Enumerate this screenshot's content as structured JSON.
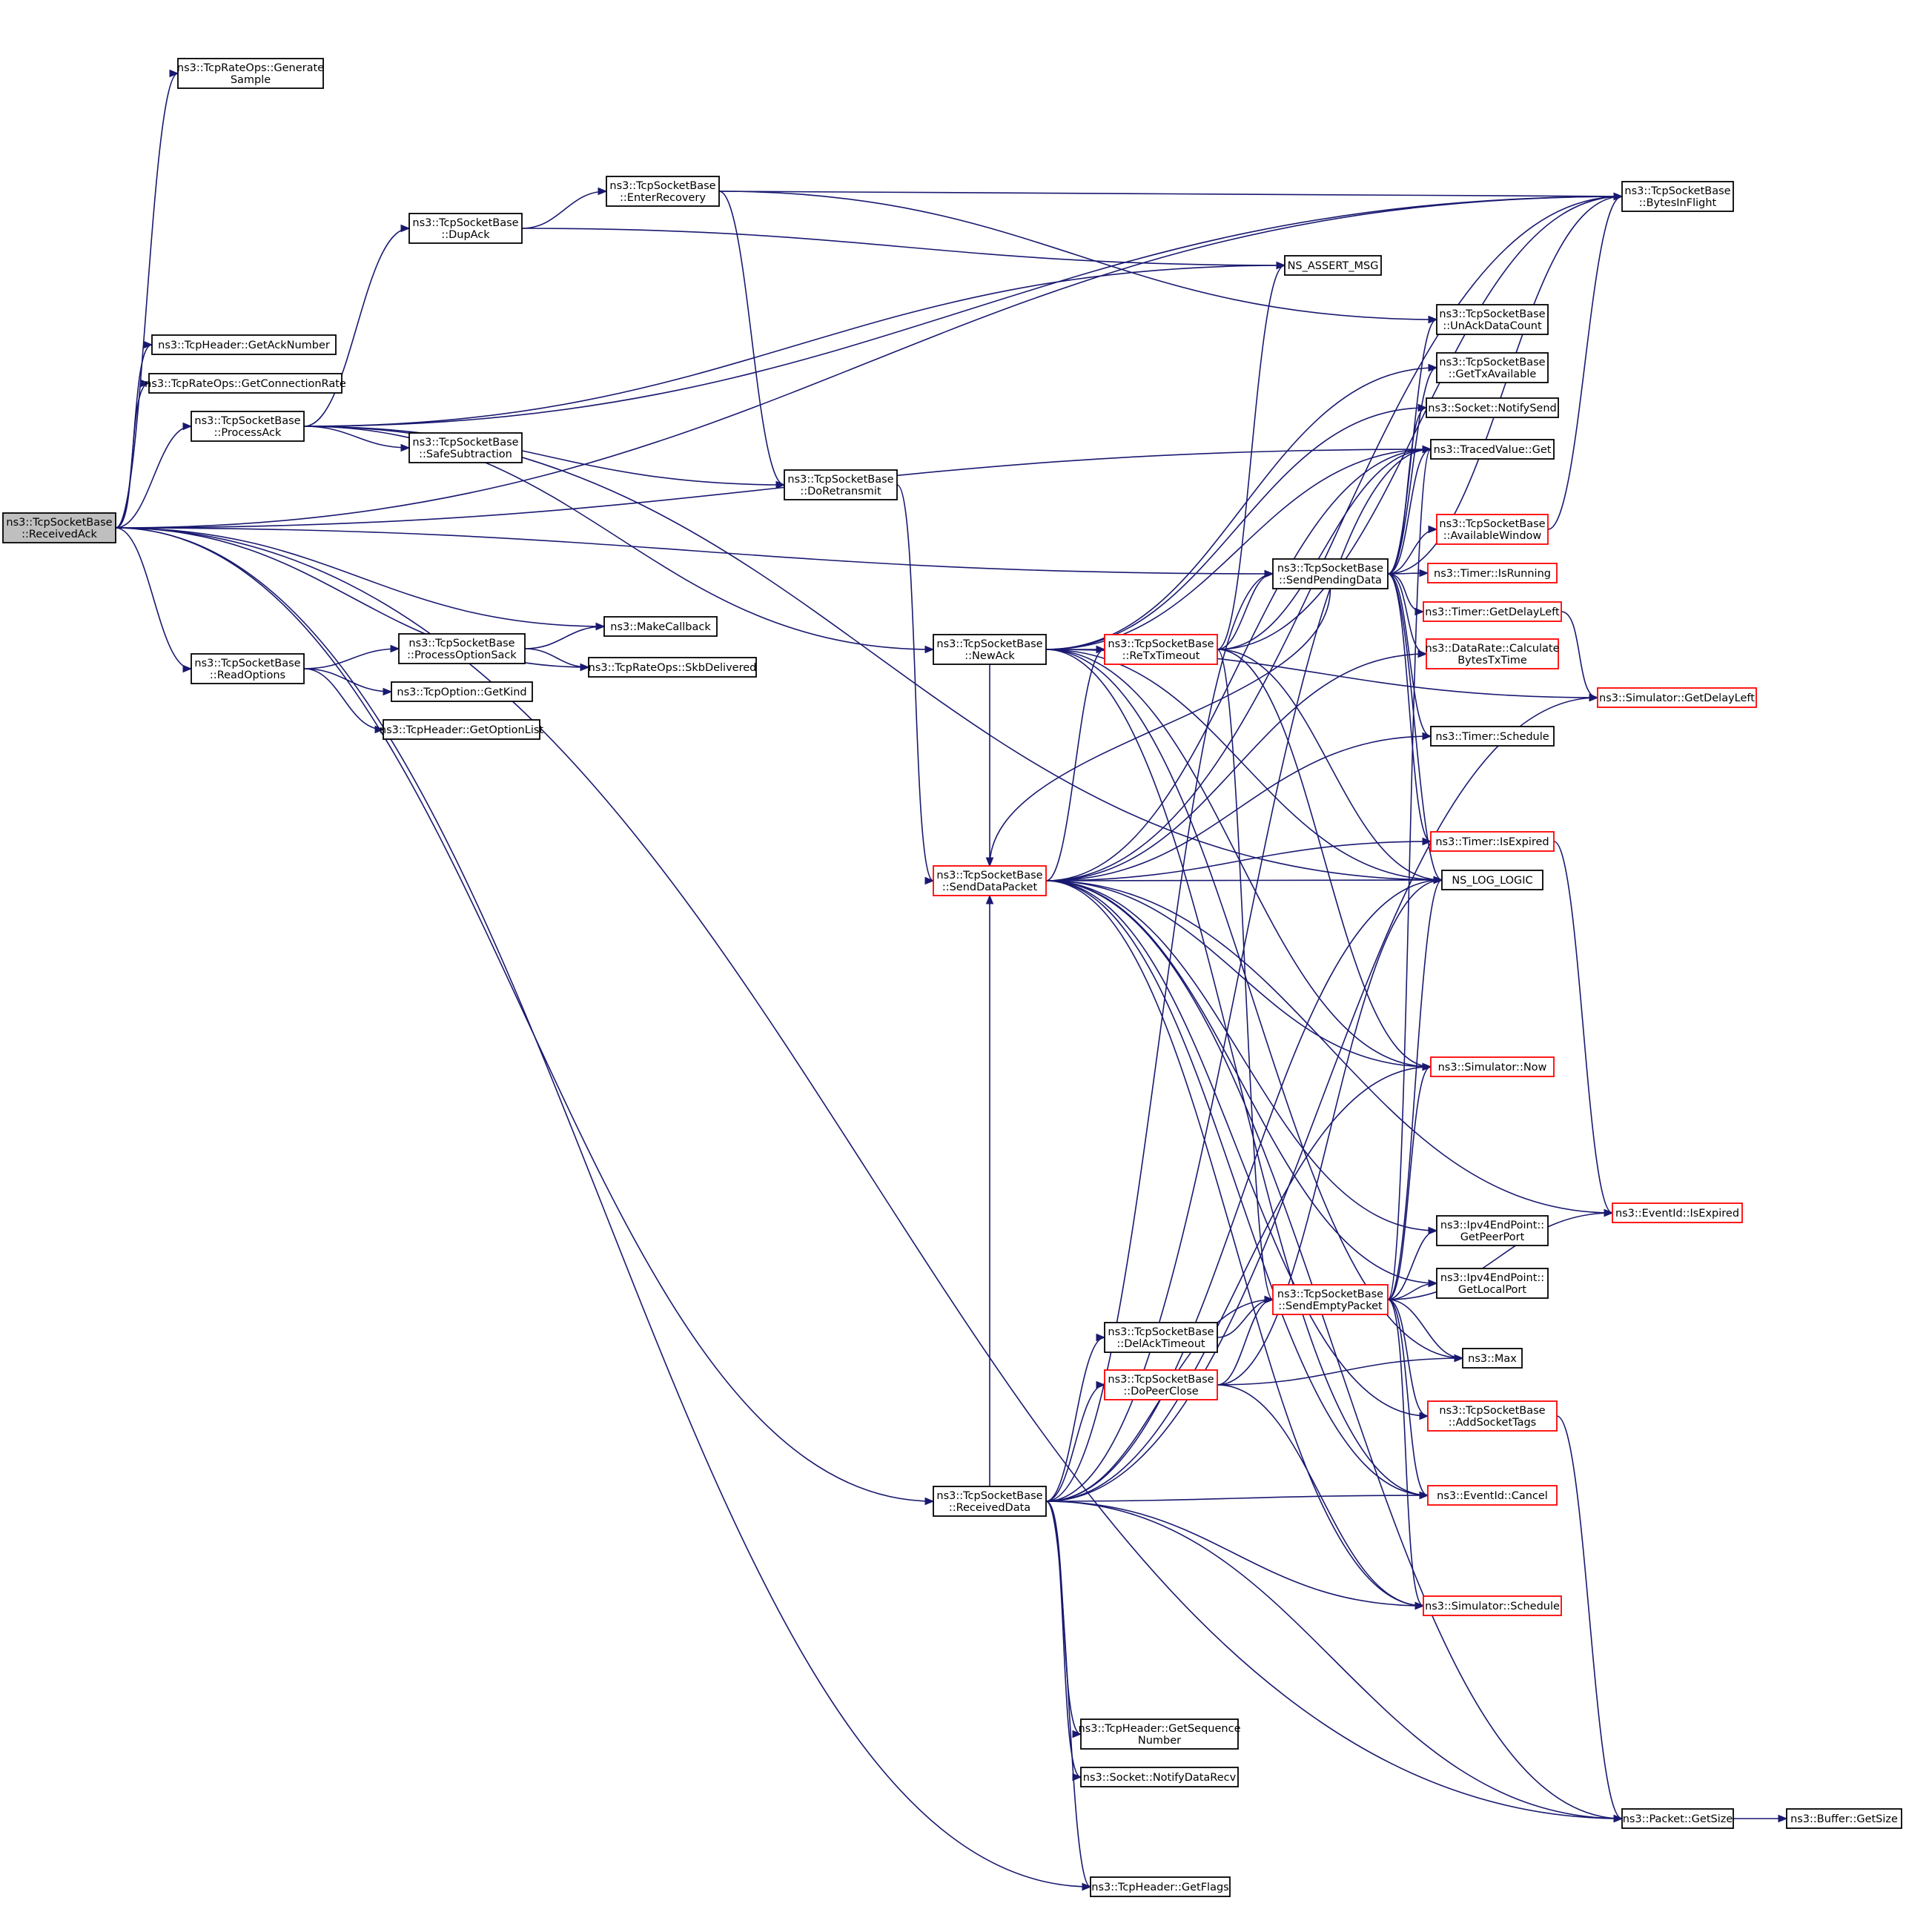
{
  "colors": {
    "edge": "#191970",
    "border_normal": "#000000",
    "border_truncated": "#ff0000",
    "root_fill": "#bfbfbf",
    "node_fill": "#ffffff"
  },
  "nodes": [
    {
      "id": "receivedAck",
      "lines": [
        "ns3::TcpSocketBase",
        "::ReceivedAck"
      ],
      "style": "root"
    },
    {
      "id": "generateSample",
      "lines": [
        "ns3::TcpRateOps::Generate",
        "Sample"
      ],
      "style": "normal"
    },
    {
      "id": "getAckNumber",
      "lines": [
        "ns3::TcpHeader::GetAckNumber"
      ],
      "style": "normal"
    },
    {
      "id": "getConnectionRate",
      "lines": [
        "ns3::TcpRateOps::GetConnectionRate"
      ],
      "style": "normal"
    },
    {
      "id": "processAck",
      "lines": [
        "ns3::TcpSocketBase",
        "::ProcessAck"
      ],
      "style": "normal"
    },
    {
      "id": "readOptions",
      "lines": [
        "ns3::TcpSocketBase",
        "::ReadOptions"
      ],
      "style": "normal"
    },
    {
      "id": "dupAck",
      "lines": [
        "ns3::TcpSocketBase",
        "::DupAck"
      ],
      "style": "normal"
    },
    {
      "id": "safeSubtraction",
      "lines": [
        "ns3::TcpSocketBase",
        "::SafeSubtraction"
      ],
      "style": "normal"
    },
    {
      "id": "processOptionSack",
      "lines": [
        "ns3::TcpSocketBase",
        "::ProcessOptionSack"
      ],
      "style": "normal"
    },
    {
      "id": "getKind",
      "lines": [
        "ns3::TcpOption::GetKind"
      ],
      "style": "normal"
    },
    {
      "id": "getOptionList",
      "lines": [
        "ns3::TcpHeader::GetOptionList"
      ],
      "style": "normal"
    },
    {
      "id": "enterRecovery",
      "lines": [
        "ns3::TcpSocketBase",
        "::EnterRecovery"
      ],
      "style": "normal"
    },
    {
      "id": "makeCallback",
      "lines": [
        "ns3::MakeCallback"
      ],
      "style": "normal"
    },
    {
      "id": "skbDelivered",
      "lines": [
        "ns3::TcpRateOps::SkbDelivered"
      ],
      "style": "normal"
    },
    {
      "id": "doRetransmit",
      "lines": [
        "ns3::TcpSocketBase",
        "::DoRetransmit"
      ],
      "style": "normal"
    },
    {
      "id": "newAck",
      "lines": [
        "ns3::TcpSocketBase",
        "::NewAck"
      ],
      "style": "normal"
    },
    {
      "id": "sendDataPacket",
      "lines": [
        "ns3::TcpSocketBase",
        "::SendDataPacket"
      ],
      "style": "truncated"
    },
    {
      "id": "receivedData",
      "lines": [
        "ns3::TcpSocketBase",
        "::ReceivedData"
      ],
      "style": "normal"
    },
    {
      "id": "reTxTimeout",
      "lines": [
        "ns3::TcpSocketBase",
        "::ReTxTimeout"
      ],
      "style": "truncated"
    },
    {
      "id": "delAckTimeout",
      "lines": [
        "ns3::TcpSocketBase",
        "::DelAckTimeout"
      ],
      "style": "normal"
    },
    {
      "id": "doPeerClose",
      "lines": [
        "ns3::TcpSocketBase",
        "::DoPeerClose"
      ],
      "style": "truncated"
    },
    {
      "id": "getSequenceNumber",
      "lines": [
        "ns3::TcpHeader::GetSequence",
        "Number"
      ],
      "style": "normal"
    },
    {
      "id": "notifyDataRecv",
      "lines": [
        "ns3::Socket::NotifyDataRecv"
      ],
      "style": "normal"
    },
    {
      "id": "getFlags",
      "lines": [
        "ns3::TcpHeader::GetFlags"
      ],
      "style": "normal"
    },
    {
      "id": "nsAssertMsg",
      "lines": [
        "NS_ASSERT_MSG"
      ],
      "style": "normal"
    },
    {
      "id": "sendPendingData",
      "lines": [
        "ns3::TcpSocketBase",
        "::SendPendingData"
      ],
      "style": "normal"
    },
    {
      "id": "sendEmptyPacket",
      "lines": [
        "ns3::TcpSocketBase",
        "::SendEmptyPacket"
      ],
      "style": "truncated"
    },
    {
      "id": "bytesInFlight",
      "lines": [
        "ns3::TcpSocketBase",
        "::BytesInFlight"
      ],
      "style": "normal"
    },
    {
      "id": "unAckDataCount",
      "lines": [
        "ns3::TcpSocketBase",
        "::UnAckDataCount"
      ],
      "style": "normal"
    },
    {
      "id": "getTxAvailable",
      "lines": [
        "ns3::TcpSocketBase",
        "::GetTxAvailable"
      ],
      "style": "normal"
    },
    {
      "id": "notifySend",
      "lines": [
        "ns3::Socket::NotifySend"
      ],
      "style": "normal"
    },
    {
      "id": "tracedValueGet",
      "lines": [
        "ns3::TracedValue::Get"
      ],
      "style": "normal"
    },
    {
      "id": "availableWindow",
      "lines": [
        "ns3::TcpSocketBase",
        "::AvailableWindow"
      ],
      "style": "truncated"
    },
    {
      "id": "timerIsRunning",
      "lines": [
        "ns3::Timer::IsRunning"
      ],
      "style": "truncated"
    },
    {
      "id": "timerGetDelayLeft",
      "lines": [
        "ns3::Timer::GetDelayLeft"
      ],
      "style": "truncated"
    },
    {
      "id": "calcBytesTxTime",
      "lines": [
        "ns3::DataRate::Calculate",
        "BytesTxTime"
      ],
      "style": "truncated"
    },
    {
      "id": "timerSchedule",
      "lines": [
        "ns3::Timer::Schedule"
      ],
      "style": "normal"
    },
    {
      "id": "timerIsExpired",
      "lines": [
        "ns3::Timer::IsExpired"
      ],
      "style": "truncated"
    },
    {
      "id": "nsLogLogic",
      "lines": [
        "NS_LOG_LOGIC"
      ],
      "style": "normal"
    },
    {
      "id": "simulatorNow",
      "lines": [
        "ns3::Simulator::Now"
      ],
      "style": "truncated"
    },
    {
      "id": "getPeerPort",
      "lines": [
        "ns3::Ipv4EndPoint::",
        "GetPeerPort"
      ],
      "style": "normal"
    },
    {
      "id": "getLocalPort",
      "lines": [
        "ns3::Ipv4EndPoint::",
        "GetLocalPort"
      ],
      "style": "normal"
    },
    {
      "id": "max",
      "lines": [
        "ns3::Max"
      ],
      "style": "normal"
    },
    {
      "id": "addSocketTags",
      "lines": [
        "ns3::TcpSocketBase",
        "::AddSocketTags"
      ],
      "style": "truncated"
    },
    {
      "id": "eventIdCancel",
      "lines": [
        "ns3::EventId::Cancel"
      ],
      "style": "truncated"
    },
    {
      "id": "simulatorSchedule",
      "lines": [
        "ns3::Simulator::Schedule"
      ],
      "style": "truncated"
    },
    {
      "id": "packetGetSize",
      "lines": [
        "ns3::Packet::GetSize"
      ],
      "style": "normal"
    },
    {
      "id": "simGetDelayLeft",
      "lines": [
        "ns3::Simulator::GetDelayLeft"
      ],
      "style": "truncated"
    },
    {
      "id": "eventIdIsExpired",
      "lines": [
        "ns3::EventId::IsExpired"
      ],
      "style": "truncated"
    },
    {
      "id": "bufferGetSize",
      "lines": [
        "ns3::Buffer::GetSize"
      ],
      "style": "normal"
    }
  ],
  "edges": [
    [
      "receivedAck",
      "bytesInFlight"
    ],
    [
      "receivedAck",
      "generateSample"
    ],
    [
      "receivedAck",
      "tracedValueGet"
    ],
    [
      "receivedAck",
      "getAckNumber"
    ],
    [
      "receivedAck",
      "getConnectionRate"
    ],
    [
      "receivedAck",
      "processAck"
    ],
    [
      "receivedAck",
      "sendPendingData"
    ],
    [
      "receivedAck",
      "receivedData"
    ],
    [
      "receivedAck",
      "makeCallback"
    ],
    [
      "receivedAck",
      "readOptions"
    ],
    [
      "receivedAck",
      "skbDelivered"
    ],
    [
      "receivedAck",
      "getFlags"
    ],
    [
      "receivedAck",
      "packetGetSize"
    ],
    [
      "processAck",
      "bytesInFlight"
    ],
    [
      "processAck",
      "dupAck"
    ],
    [
      "processAck",
      "nsAssertMsg"
    ],
    [
      "processAck",
      "nsLogLogic"
    ],
    [
      "processAck",
      "newAck"
    ],
    [
      "processAck",
      "safeSubtraction"
    ],
    [
      "processAck",
      "doRetransmit"
    ],
    [
      "dupAck",
      "enterRecovery"
    ],
    [
      "dupAck",
      "nsAssertMsg"
    ],
    [
      "enterRecovery",
      "bytesInFlight"
    ],
    [
      "enterRecovery",
      "unAckDataCount"
    ],
    [
      "enterRecovery",
      "doRetransmit"
    ],
    [
      "doRetransmit",
      "sendDataPacket"
    ],
    [
      "readOptions",
      "processOptionSack"
    ],
    [
      "readOptions",
      "getKind"
    ],
    [
      "readOptions",
      "getOptionList"
    ],
    [
      "processOptionSack",
      "makeCallback"
    ],
    [
      "processOptionSack",
      "skbDelivered"
    ],
    [
      "newAck",
      "getTxAvailable"
    ],
    [
      "newAck",
      "notifySend"
    ],
    [
      "newAck",
      "tracedValueGet"
    ],
    [
      "newAck",
      "reTxTimeout"
    ],
    [
      "newAck",
      "simGetDelayLeft"
    ],
    [
      "newAck",
      "nsLogLogic"
    ],
    [
      "newAck",
      "simulatorNow"
    ],
    [
      "newAck",
      "max"
    ],
    [
      "newAck",
      "eventIdCancel"
    ],
    [
      "newAck",
      "sendDataPacket"
    ],
    [
      "reTxTimeout",
      "nsAssertMsg"
    ],
    [
      "reTxTimeout",
      "sendPendingData"
    ],
    [
      "reTxTimeout",
      "nsLogLogic"
    ],
    [
      "reTxTimeout",
      "simulatorNow"
    ],
    [
      "reTxTimeout",
      "sendEmptyPacket"
    ],
    [
      "reTxTimeout",
      "tracedValueGet"
    ],
    [
      "reTxTimeout",
      "bytesInFlight"
    ],
    [
      "sendDataPacket",
      "bytesInFlight"
    ],
    [
      "sendDataPacket",
      "tracedValueGet"
    ],
    [
      "sendDataPacket",
      "reTxTimeout"
    ],
    [
      "sendDataPacket",
      "calcBytesTxTime"
    ],
    [
      "sendDataPacket",
      "timerSchedule"
    ],
    [
      "sendDataPacket",
      "timerIsExpired"
    ],
    [
      "sendDataPacket",
      "nsLogLogic"
    ],
    [
      "sendDataPacket",
      "simulatorNow"
    ],
    [
      "sendDataPacket",
      "eventIdIsExpired"
    ],
    [
      "sendDataPacket",
      "getPeerPort"
    ],
    [
      "sendDataPacket",
      "getLocalPort"
    ],
    [
      "sendDataPacket",
      "addSocketTags"
    ],
    [
      "sendDataPacket",
      "eventIdCancel"
    ],
    [
      "sendDataPacket",
      "simulatorSchedule"
    ],
    [
      "sendDataPacket",
      "packetGetSize"
    ],
    [
      "sendPendingData",
      "bytesInFlight"
    ],
    [
      "sendPendingData",
      "unAckDataCount"
    ],
    [
      "sendPendingData",
      "getTxAvailable"
    ],
    [
      "sendPendingData",
      "notifySend"
    ],
    [
      "sendPendingData",
      "tracedValueGet"
    ],
    [
      "sendPendingData",
      "availableWindow"
    ],
    [
      "sendPendingData",
      "timerIsRunning"
    ],
    [
      "sendPendingData",
      "timerGetDelayLeft"
    ],
    [
      "sendPendingData",
      "calcBytesTxTime"
    ],
    [
      "sendPendingData",
      "timerSchedule"
    ],
    [
      "sendPendingData",
      "timerIsExpired"
    ],
    [
      "sendPendingData",
      "nsLogLogic"
    ],
    [
      "sendPendingData",
      "sendDataPacket"
    ],
    [
      "availableWindow",
      "bytesInFlight"
    ],
    [
      "timerGetDelayLeft",
      "simGetDelayLeft"
    ],
    [
      "timerIsExpired",
      "eventIdIsExpired"
    ],
    [
      "receivedData",
      "sendDataPacket"
    ],
    [
      "receivedData",
      "delAckTimeout"
    ],
    [
      "receivedData",
      "doPeerClose"
    ],
    [
      "receivedData",
      "sendEmptyPacket"
    ],
    [
      "receivedData",
      "nsLogLogic"
    ],
    [
      "receivedData",
      "simulatorNow"
    ],
    [
      "receivedData",
      "eventIdCancel"
    ],
    [
      "receivedData",
      "simulatorSchedule"
    ],
    [
      "receivedData",
      "packetGetSize"
    ],
    [
      "receivedData",
      "getSequenceNumber"
    ],
    [
      "receivedData",
      "notifyDataRecv"
    ],
    [
      "receivedData",
      "getFlags"
    ],
    [
      "receivedData",
      "simGetDelayLeft"
    ],
    [
      "receivedData",
      "sendPendingData"
    ],
    [
      "receivedData",
      "tracedValueGet"
    ],
    [
      "delAckTimeout",
      "sendEmptyPacket"
    ],
    [
      "doPeerClose",
      "sendEmptyPacket"
    ],
    [
      "doPeerClose",
      "max"
    ],
    [
      "doPeerClose",
      "simulatorSchedule"
    ],
    [
      "doPeerClose",
      "nsLogLogic"
    ],
    [
      "sendEmptyPacket",
      "tracedValueGet"
    ],
    [
      "sendEmptyPacket",
      "nsLogLogic"
    ],
    [
      "sendEmptyPacket",
      "simulatorNow"
    ],
    [
      "sendEmptyPacket",
      "getPeerPort"
    ],
    [
      "sendEmptyPacket",
      "getLocalPort"
    ],
    [
      "sendEmptyPacket",
      "eventIdIsExpired"
    ],
    [
      "sendEmptyPacket",
      "max"
    ],
    [
      "sendEmptyPacket",
      "addSocketTags"
    ],
    [
      "sendEmptyPacket",
      "eventIdCancel"
    ],
    [
      "sendEmptyPacket",
      "simulatorSchedule"
    ],
    [
      "addSocketTags",
      "packetGetSize"
    ],
    [
      "packetGetSize",
      "bufferGetSize"
    ]
  ]
}
